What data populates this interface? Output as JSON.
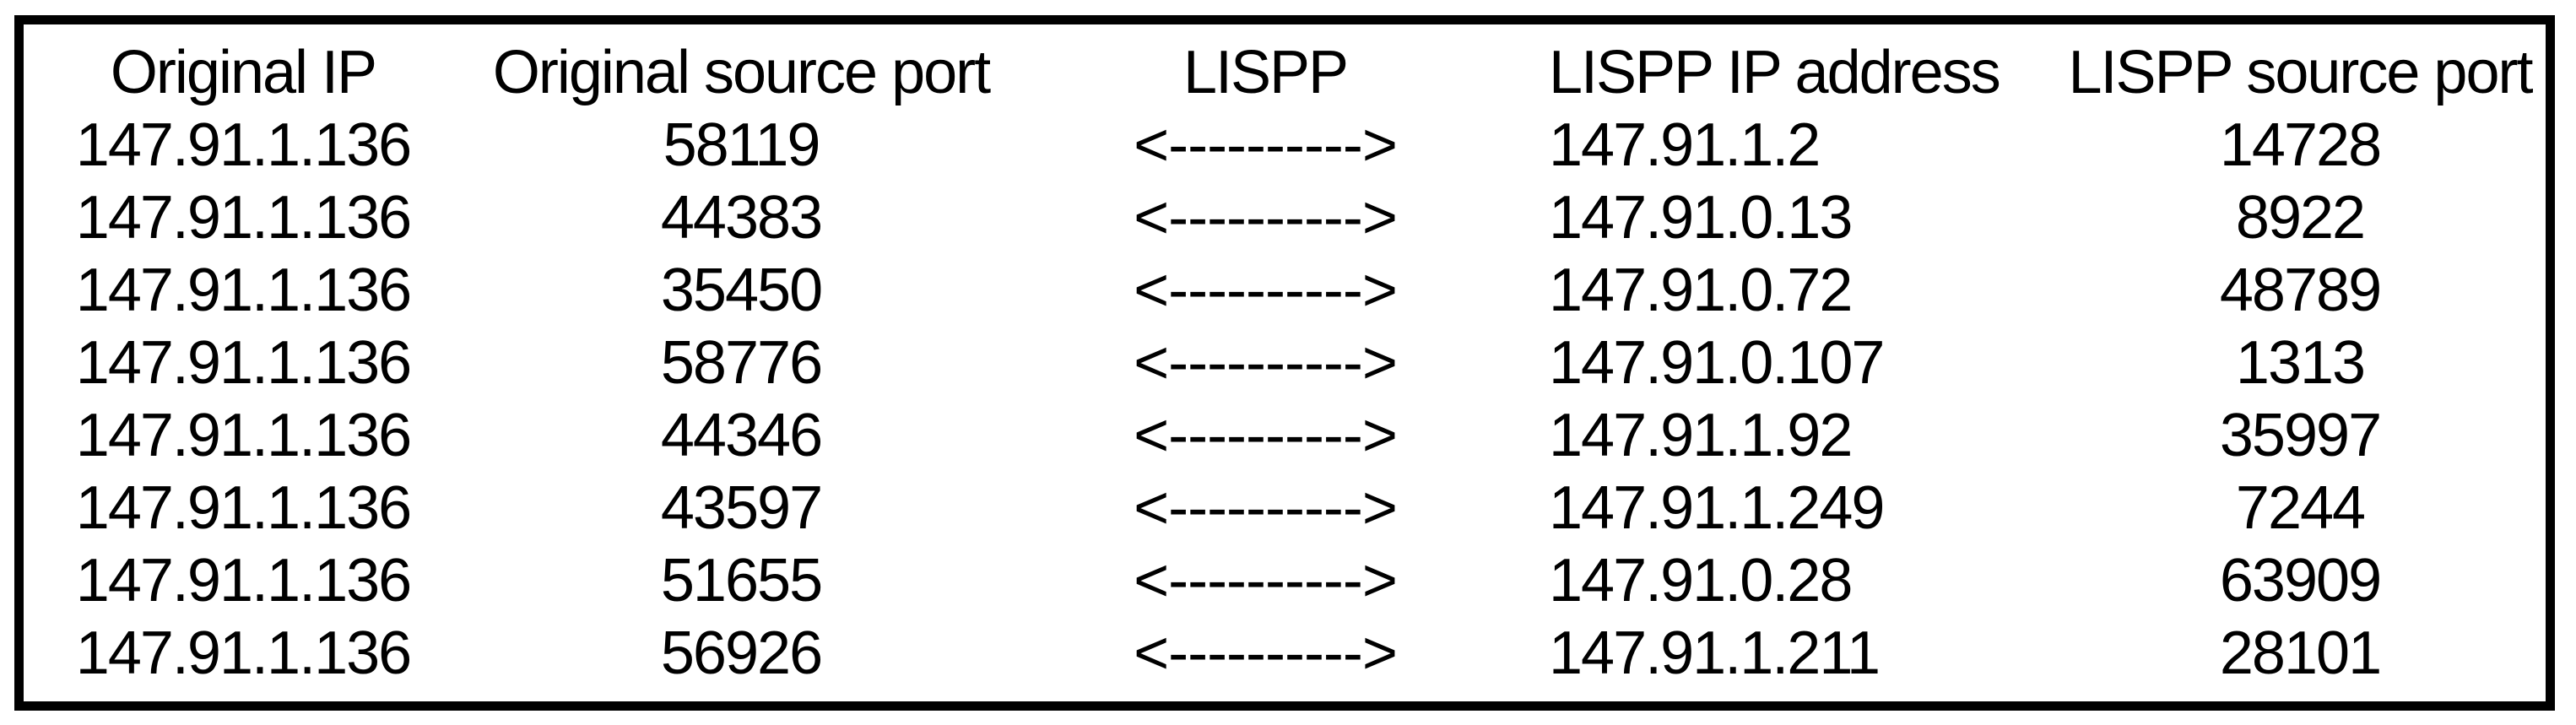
{
  "figure": {
    "description": "LISPP address and port mapping table",
    "background_color": "#ffffff",
    "border_color": "#000000",
    "text_color": "#000000",
    "arrow_glyph": "<---------->"
  },
  "table": {
    "headers": {
      "original_ip": "Original IP",
      "original_source_port": "Original source port",
      "lispp": "LISPP",
      "lispp_ip_address": "LISPP IP address",
      "lispp_source_port": "LISPP source port"
    },
    "rows": [
      {
        "original_ip": "147.91.1.136",
        "original_source_port": "58119",
        "lispp_ip_address": "147.91.1.2",
        "lispp_source_port": "14728"
      },
      {
        "original_ip": "147.91.1.136",
        "original_source_port": "44383",
        "lispp_ip_address": "147.91.0.13",
        "lispp_source_port": "8922"
      },
      {
        "original_ip": "147.91.1.136",
        "original_source_port": "35450",
        "lispp_ip_address": "147.91.0.72",
        "lispp_source_port": "48789"
      },
      {
        "original_ip": "147.91.1.136",
        "original_source_port": "58776",
        "lispp_ip_address": "147.91.0.107",
        "lispp_source_port": "1313"
      },
      {
        "original_ip": "147.91.1.136",
        "original_source_port": "44346",
        "lispp_ip_address": "147.91.1.92",
        "lispp_source_port": "35997"
      },
      {
        "original_ip": "147.91.1.136",
        "original_source_port": "43597",
        "lispp_ip_address": "147.91.1.249",
        "lispp_source_port": "7244"
      },
      {
        "original_ip": "147.91.1.136",
        "original_source_port": "51655",
        "lispp_ip_address": "147.91.0.28",
        "lispp_source_port": "63909"
      },
      {
        "original_ip": "147.91.1.136",
        "original_source_port": "56926",
        "lispp_ip_address": "147.91.1.211",
        "lispp_source_port": "28101"
      }
    ]
  },
  "chart_data": {
    "type": "table",
    "columns": [
      "Original IP",
      "Original source port",
      "LISPP",
      "LISPP IP address",
      "LISPP source port"
    ],
    "rows": [
      [
        "147.91.1.136",
        58119,
        "<---------->",
        "147.91.1.2",
        14728
      ],
      [
        "147.91.1.136",
        44383,
        "<---------->",
        "147.91.0.13",
        8922
      ],
      [
        "147.91.1.136",
        35450,
        "<---------->",
        "147.91.0.72",
        48789
      ],
      [
        "147.91.1.136",
        58776,
        "<---------->",
        "147.91.0.107",
        1313
      ],
      [
        "147.91.1.136",
        44346,
        "<---------->",
        "147.91.1.92",
        35997
      ],
      [
        "147.91.1.136",
        43597,
        "<---------->",
        "147.91.1.249",
        7244
      ],
      [
        "147.91.1.136",
        51655,
        "<---------->",
        "147.91.0.28",
        63909
      ],
      [
        "147.91.1.136",
        56926,
        "<---------->",
        "147.91.1.211",
        28101
      ]
    ],
    "layout": {
      "grid": false,
      "header_row": true,
      "border": "thick-black-frame"
    }
  }
}
